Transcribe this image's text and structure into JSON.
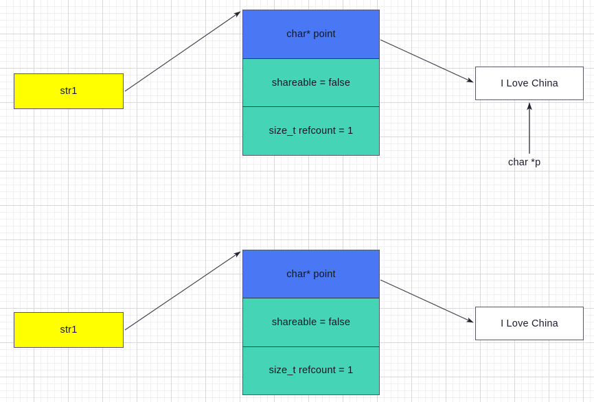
{
  "diagram": {
    "title": "C++ string copy-on-write reference counting diagram",
    "colors": {
      "yellow_fill": "#ffff00",
      "blue_fill": "#4a78f5",
      "teal_fill": "#45d5b6",
      "white_fill": "#ffffff",
      "border": "#56566e",
      "edge": "#3d3d4d",
      "grid_minor": "#f1f1f1",
      "grid_major": "#d8d8d8"
    },
    "top_group": {
      "var_box": {
        "label": "str1"
      },
      "struct_box": {
        "rows": [
          {
            "label": "char* point"
          },
          {
            "label": "shareable =  false"
          },
          {
            "label": "size_t refcount = 1"
          }
        ]
      },
      "buffer_box": {
        "label": "I Love China"
      },
      "pointer_label": {
        "label": "char *p"
      }
    },
    "bottom_group": {
      "var_box": {
        "label": "str1"
      },
      "struct_box": {
        "rows": [
          {
            "label": "char* point"
          },
          {
            "label": "shareable =  false"
          },
          {
            "label": "size_t refcount = 1"
          }
        ]
      },
      "buffer_box": {
        "label": "I Love China"
      }
    }
  }
}
